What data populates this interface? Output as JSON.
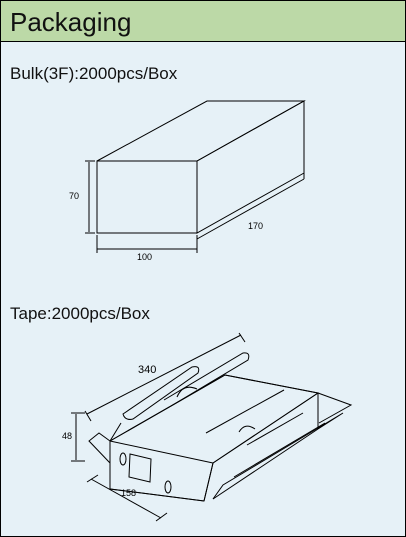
{
  "header": {
    "title": "Packaging"
  },
  "bulk": {
    "label": "Bulk(3F):2000pcs/Box",
    "dims": {
      "height": "70",
      "width": "100",
      "length": "170"
    }
  },
  "tape": {
    "label": "Tape:2000pcs/Box",
    "dims": {
      "length": "340",
      "height": "48",
      "width": "158"
    }
  }
}
